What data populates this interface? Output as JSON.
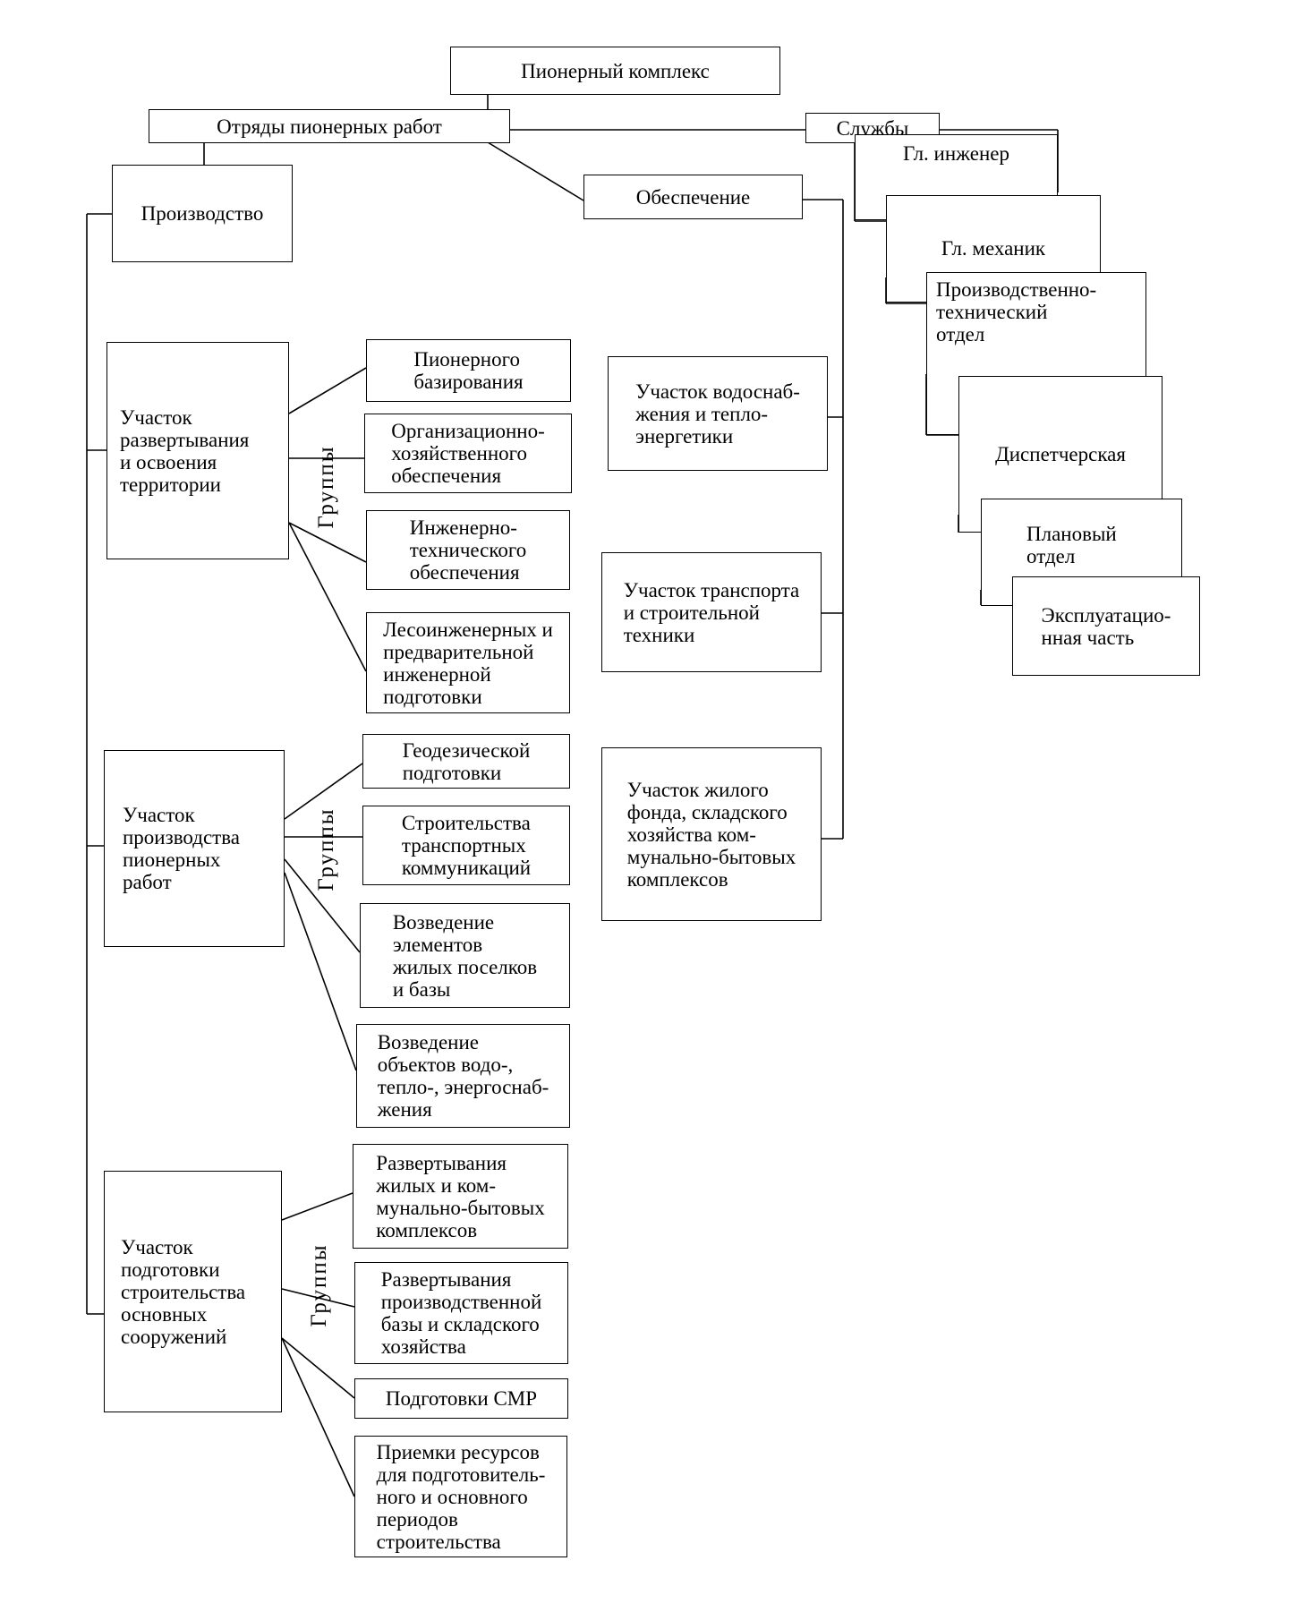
{
  "root": "Пионерный комплекс",
  "left_branch": "Отряды пионерных работ",
  "services": {
    "label": "Службы",
    "items": [
      "Гл. инженер",
      "Гл. механик",
      "Производственно-\nтехнический\nотдел",
      "Диспетчерская",
      "Плановый\nотдел",
      "Эксплуатацио-\nнная часть"
    ]
  },
  "production": {
    "label": "Производство",
    "groups_label": "Группы",
    "sections": [
      {
        "label": "Участок\nразвертывания\nи освоения\nтерритории",
        "groups": [
          "Пионерного\nбазирования",
          "Организационно-\nхозяйственного\nобеспечения",
          "Инженерно-\nтехнического\nобеспечения",
          "Лесоинженерных и\nпредварительной\nинженерной\nподготовки"
        ]
      },
      {
        "label": "Участок\nпроизводства\nпионерных\nработ",
        "groups": [
          "Геодезической\nподготовки",
          "Строительства\nтранспортных\nкоммуникаций",
          "Возведение\nэлементов\nжилых поселков\nи базы",
          "Возведение\nобъектов водо-,\nтепло-, энергоснаб-\nжения"
        ]
      },
      {
        "label": "Участок\nподготовки\nстроительства\nосновных\nсооружений",
        "groups": [
          "Развертывания\nжилых и ком-\nмунально-бытовых\nкомплексов",
          "Развертывания\nпроизводственной\nбазы и складского\nхозяйства",
          "Подготовки СМР",
          "Приемки ресурсов\nдля подготовитель-\nного и основного\nпериодов\nстроительства"
        ]
      }
    ]
  },
  "supply": {
    "label": "Обеспечение",
    "sections": [
      "Участок водоснаб-\nжения и тепло-\nэнергетики",
      "Участок транспорта\nи строительной\nтехники",
      "Участок жилого\nфонда, складского\nхозяйства ком-\nмунально-бытовых\nкомплексов"
    ]
  }
}
